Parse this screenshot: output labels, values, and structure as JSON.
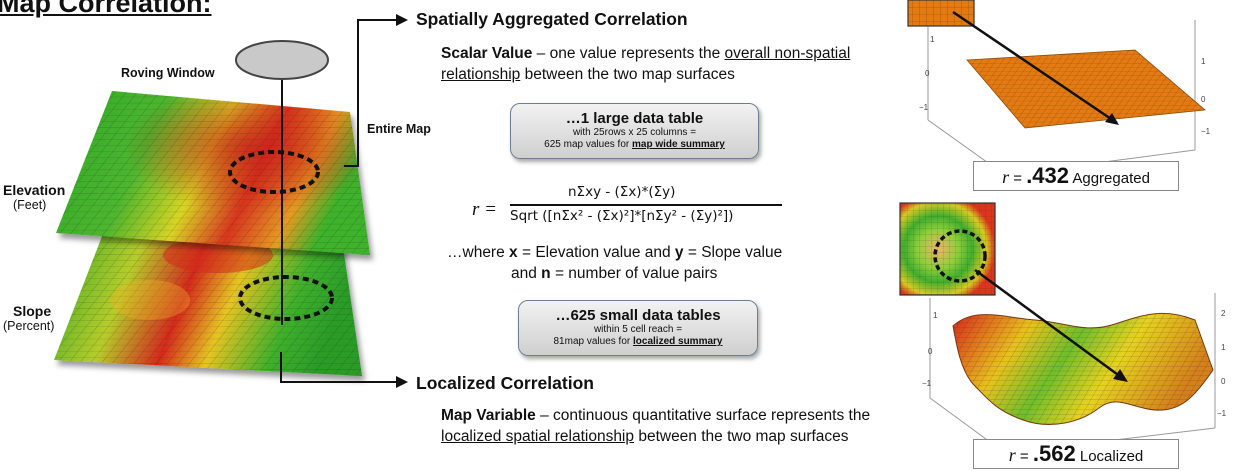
{
  "title": "Map Correlation:",
  "left_graphic": {
    "roving_window_label": "Roving Window",
    "entire_map_label": "Entire Map",
    "layers": [
      {
        "name": "Elevation",
        "unit": "(Feet)"
      },
      {
        "name": "Slope",
        "unit": "(Percent)"
      }
    ]
  },
  "aggregated": {
    "heading": "Spatially Aggregated Correlation",
    "desc_bold": "Scalar Value",
    "desc_dash": " – one value represents the ",
    "desc_u1": "overall non-spatial relationship",
    "desc_end": " between the two map surfaces",
    "callout_title": "…1 large data table",
    "callout_line1": "with 25rows x 25 columns =",
    "callout_line2": "625 map values for ",
    "callout_line2_u": "map wide summary"
  },
  "formula": {
    "lhs": "r =",
    "numerator": "nΣxy - (Σx)*(Σy)",
    "denominator": "Sqrt ([nΣx² - (Σx)²]*[nΣy² - (Σy)²])",
    "where_1": "…where ",
    "x_var": "x",
    "where_2": " = Elevation value and ",
    "y_var": "y",
    "where_3": " = Slope value",
    "where_4": "and ",
    "n_var": "n",
    "where_5": " = number of value pairs"
  },
  "localized": {
    "callout_title": "…625 small data tables",
    "callout_line1": "within 5 cell reach =",
    "callout_line2": "81map values for ",
    "callout_line2_u": "localized summary",
    "heading": "Localized Correlation",
    "desc_bold": "Map Variable",
    "desc_dash": " – continuous quantitative surface represents the ",
    "desc_u1": "localized spatial relationship",
    "desc_end": " between the two map surfaces"
  },
  "plot_aggregated": {
    "r_label": "r",
    "equals": " = ",
    "value": ".432",
    "label": " Aggregated",
    "axis_ticks": [
      "1",
      "0",
      "−1",
      "1",
      "0",
      "−1"
    ]
  },
  "plot_localized": {
    "r_label": "r",
    "equals": " = ",
    "value": ".562",
    "label": " Localized",
    "axis_ticks": [
      "1",
      "0",
      "−1",
      "2",
      "1",
      "0",
      "−1"
    ]
  },
  "colors": {
    "flat_surface": "#e07a10",
    "green": "#2ea82a",
    "yellow": "#e6d620",
    "red": "#d2221c",
    "callout_border": "#6e7f93"
  }
}
